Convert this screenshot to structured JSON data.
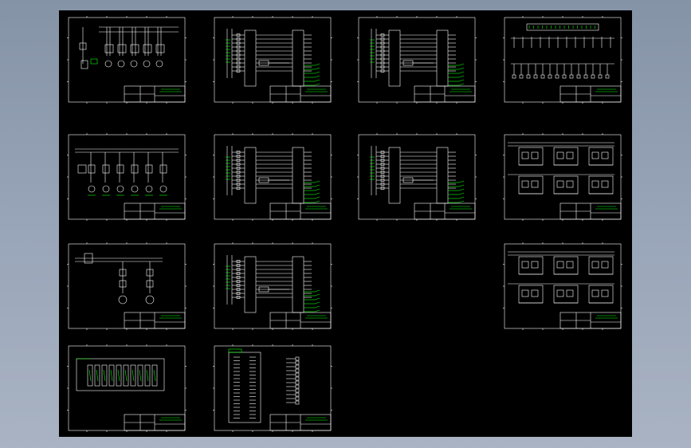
{
  "app": {
    "view_background": "#000000",
    "workspace_colors": [
      "#8593a7",
      "#a9b3c3"
    ],
    "line_color": "#ffffff",
    "highlight_color": "#00ff00"
  },
  "drawing_sheets": [
    {
      "id": "s1",
      "kind": "power-feeders"
    },
    {
      "id": "s2",
      "kind": "plc-io"
    },
    {
      "id": "s3",
      "kind": "plc-io"
    },
    {
      "id": "s4",
      "kind": "terminal-rows"
    },
    {
      "id": "s5",
      "kind": "motor-feeders"
    },
    {
      "id": "s6",
      "kind": "plc-io"
    },
    {
      "id": "s7",
      "kind": "plc-io"
    },
    {
      "id": "s8",
      "kind": "relay-grid"
    },
    {
      "id": "s9",
      "kind": "two-motors"
    },
    {
      "id": "s10",
      "kind": "plc-io"
    },
    {
      "id": "s11",
      "kind": "relay-grid"
    },
    {
      "id": "s12",
      "kind": "cabinet-layout"
    },
    {
      "id": "s13",
      "kind": "connector-pinout"
    }
  ]
}
